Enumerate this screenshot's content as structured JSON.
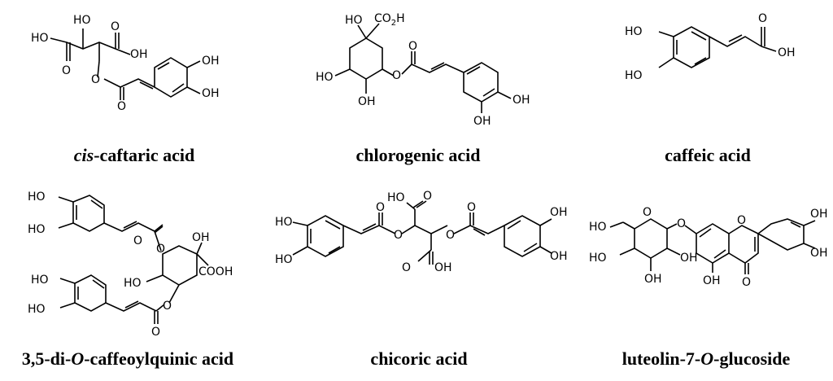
{
  "compounds": [
    {
      "name_parts": [
        "",
        "cis",
        "-caftaric acid"
      ]
    },
    {
      "name_parts": [
        "chlorogenic acid",
        "",
        ""
      ]
    },
    {
      "name_parts": [
        "caffeic acid",
        "",
        ""
      ]
    },
    {
      "name_parts": [
        "3,5-di-",
        "O",
        "-caffeoylquinic acid"
      ]
    },
    {
      "name_parts": [
        "chicoric acid",
        "",
        ""
      ]
    },
    {
      "name_parts": [
        "luteolin-7-",
        "O",
        "-glucoside"
      ]
    }
  ],
  "atom_labels": {
    "OH": "OH",
    "HO": "HO",
    "O": "O",
    "CO2H": "CO",
    "CO2H_sub": "2",
    "CO2H_end": "H",
    "COOH": "COOH"
  }
}
